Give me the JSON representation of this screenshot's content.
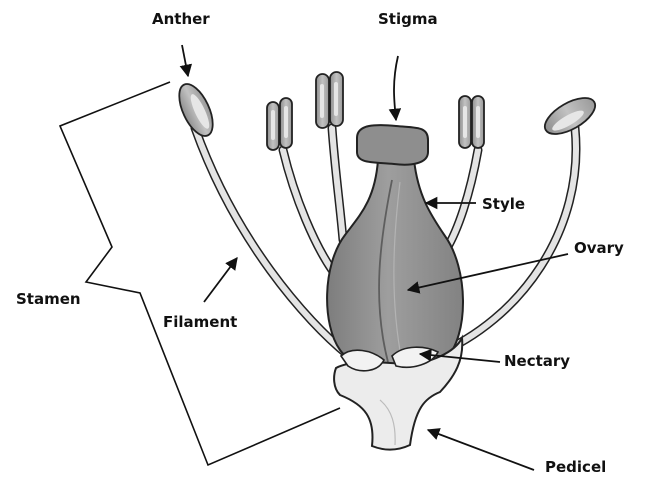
{
  "diagram": {
    "labels": {
      "anther": "Anther",
      "stigma": "Stigma",
      "style": "Style",
      "ovary": "Ovary",
      "stamen": "Stamen",
      "filament": "Filament",
      "nectary": "Nectary",
      "pedicel": "Pedicel"
    },
    "colors": {
      "ink": "#111111",
      "pistil": "#909090",
      "pistil_shade": "#7a7a7a",
      "anther": "#a6a6a6",
      "filament": "#e4e4e4",
      "receptacle": "#ececec",
      "background": "#ffffff"
    }
  }
}
